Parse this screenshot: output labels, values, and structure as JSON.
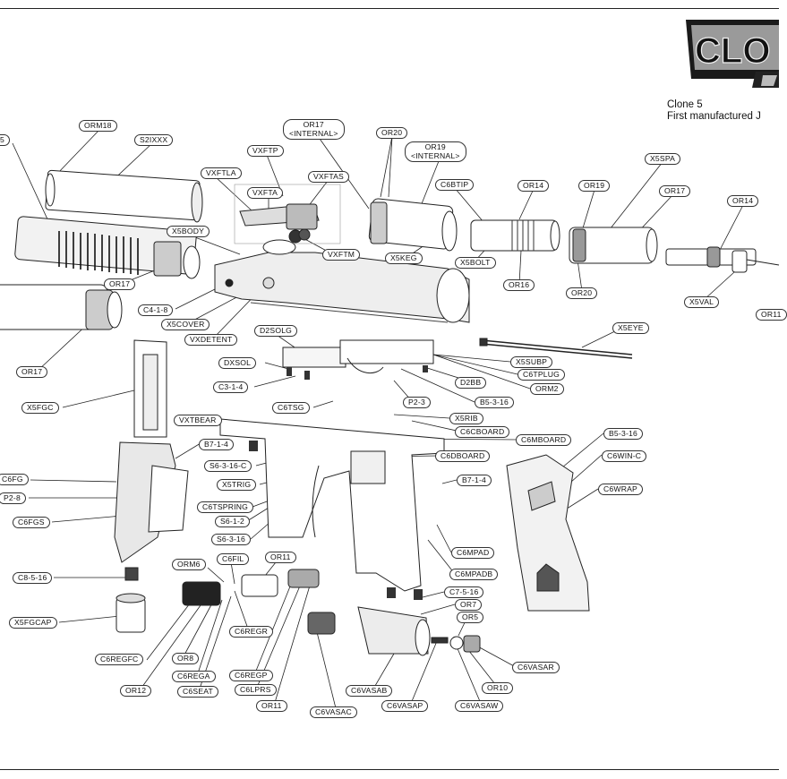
{
  "header": {
    "line1": "Clone 5",
    "line2": "First manufactured J",
    "logo_text": "CLO"
  },
  "labels": {
    "orm18": "ORM18",
    "s2ixxx": "S2IXXX",
    "or17_internal_1": "OR17",
    "or17_internal_2": "<INTERNAL>",
    "or20_top": "OR20",
    "or19_internal_1": "OR19",
    "or19_internal_2": "<INTERNAL>",
    "vxftp": "VXFTP",
    "vxftla": "VXFTLA",
    "vxfta": "VXFTA",
    "vxftas": "VXFTAS",
    "vxftm": "VXFTM",
    "x5body": "X5BODY",
    "c6btip": "C6BTIP",
    "or14_a": "OR14",
    "or19_b": "OR19",
    "x5spa": "X5SPA",
    "or17_b": "OR17",
    "or14_b": "OR14",
    "x5keg": "X5KEG",
    "x5bolt": "X5BOLT",
    "or16": "OR16",
    "or20_b": "OR20",
    "x5val": "X5VAL",
    "or11_right": "OR11",
    "or17_c": "OR17",
    "c4_1_8": "C4-1-8",
    "x5cover": "X5COVER",
    "vxdetent": "VXDETENT",
    "d2solg": "D2SOLG",
    "x5eye": "X5EYE",
    "or17_d": "OR17",
    "dxsol": "DXSOL",
    "x5subp": "X5SUBP",
    "c6tplug": "C6TPLUG",
    "d2bb": "D2BB",
    "orm2": "ORM2",
    "c3_1_4": "C3-1-4",
    "p2_3": "P2-3",
    "b5_3_16_a": "B5-3-16",
    "x5fgc": "X5FGC",
    "c6tsg": "C6TSG",
    "x5rib": "X5RIB",
    "vxtbear": "VXTBEAR",
    "c6cboard": "C6CBOARD",
    "c6mboard": "C6MBOARD",
    "b5_3_16_b": "B5-3-16",
    "b7_1_4_a": "B7-1-4",
    "c6dboard": "C6DBOARD",
    "c6win_c": "C6WIN-C",
    "s6_3_16_c": "S6-3-16-C",
    "c6fg": "C6FG",
    "x5trig": "X5TRIG",
    "b7_1_4_b": "B7-1-4",
    "c6wrap": "C6WRAP",
    "p2_8": "P2-8",
    "c6tspring": "C6TSPRING",
    "s6_1_2": "S6-1-2",
    "c6fgs": "C6FGS",
    "s6_3_16": "S6-3-16",
    "c6mpad": "C6MPAD",
    "c6mpadb": "C6MPADB",
    "c8_5_16": "C8-5-16",
    "c6fil": "C6FIL",
    "orm6": "ORM6",
    "or11_a": "OR11",
    "c7_5_16": "C7-5-16",
    "or7": "OR7",
    "x5fgcap": "X5FGCAP",
    "c6regr": "C6REGR",
    "or5": "OR5",
    "c6regfc": "C6REGFC",
    "or8": "OR8",
    "c6vasar": "C6VASAR",
    "c6rega": "C6REGA",
    "c6regp": "C6REGP",
    "or12": "OR12",
    "c6seat": "C6SEAT",
    "c6lprs": "C6LPRS",
    "c6vasab": "C6VASAB",
    "or10": "OR10",
    "or11_b": "OR11",
    "c6vasap": "C6VASAP",
    "c6vasaw": "C6VASAW",
    "c6vasac": "C6VASAC",
    "partial_left": "5"
  }
}
